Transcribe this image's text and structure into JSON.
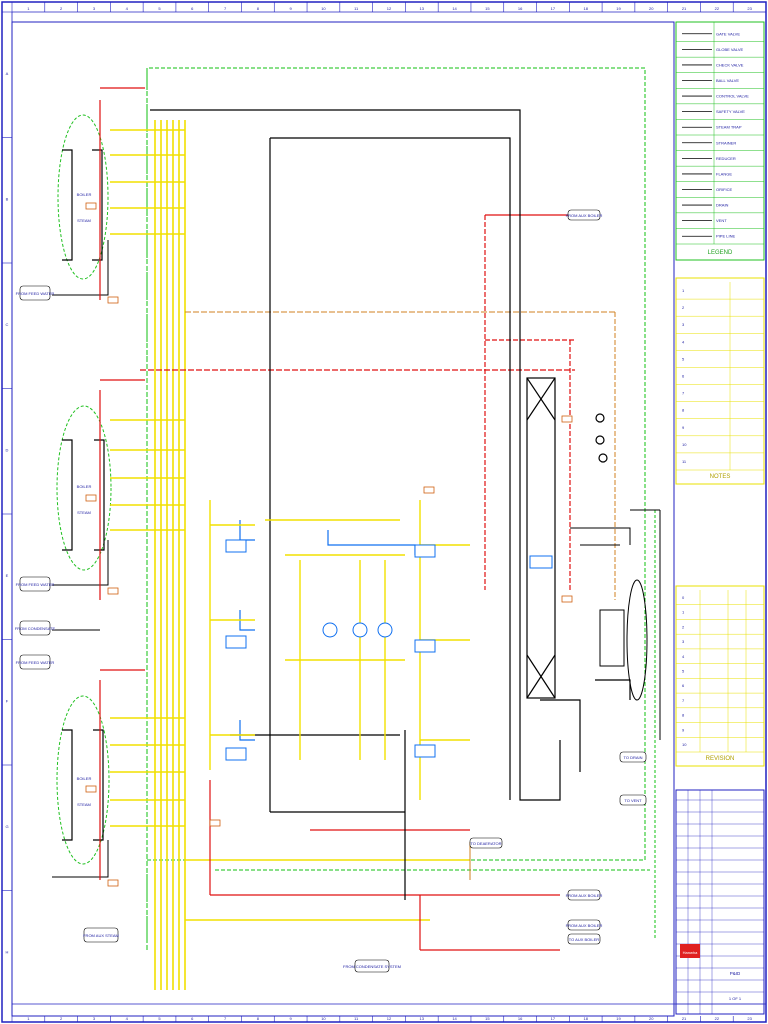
{
  "sheet": {
    "grid_columns": [
      "1",
      "2",
      "3",
      "4",
      "5",
      "6",
      "7",
      "8",
      "9",
      "10",
      "11",
      "12",
      "13",
      "14",
      "15",
      "16",
      "17",
      "18",
      "19",
      "20",
      "21",
      "22",
      "23"
    ],
    "grid_rows": [
      "A",
      "B",
      "C",
      "D",
      "E",
      "F",
      "G",
      "H"
    ]
  },
  "equipment": {
    "boiler_top": "BOILER",
    "boiler_mid": "BOILER",
    "boiler_bot": "BOILER",
    "boiler_steam_top": "STEAM",
    "boiler_steam_mid": "STEAM",
    "boiler_steam_bot": "STEAM"
  },
  "line_labels": {
    "from_feed_top": "FROM FEED WATER",
    "from_feed_mid": "FROM FEED WATER",
    "from_cond_mid": "FROM CONDENSATE",
    "from_feed_bot": "FROM FEED WATER",
    "from_aux_steam": "FROM AUX STEAM",
    "to_deaerator": "TO DEAERATOR",
    "from_aux_boiler_1": "FROM AUX BOILER",
    "from_aux_boiler_2": "FROM AUX BOILER",
    "from_aux_boiler_3": "FROM AUX BOILER",
    "to_aux_boiler": "TO AUX BOILER",
    "from_condensate_system": "FROM CONDENSATE SYSTEM",
    "to_drain": "TO DRAIN",
    "to_vent": "TO VENT"
  },
  "legend": {
    "title": "LEGEND",
    "rows": [
      "GATE VALVE",
      "GLOBE VALVE",
      "CHECK VALVE",
      "BALL VALVE",
      "CONTROL VALVE",
      "SAFETY VALVE",
      "STEAM TRAP",
      "STRAINER",
      "REDUCER",
      "FLANGE",
      "ORIFICE",
      "DRAIN",
      "VENT",
      "PIPE LINE"
    ]
  },
  "notes": {
    "title": "NOTES",
    "rows": [
      "1",
      "2",
      "3",
      "4",
      "5",
      "6",
      "7",
      "8",
      "9",
      "10",
      "11"
    ]
  },
  "revision": {
    "title": "REVISION",
    "rows": [
      "0",
      "1",
      "2",
      "3",
      "4",
      "5",
      "6",
      "7",
      "8",
      "9",
      "10"
    ]
  },
  "title_block": {
    "company": "Hanwha",
    "drawing_title": "P&ID",
    "sheet": "1 OF 1"
  },
  "colors": {
    "border": "#2020c0",
    "steam": "#e01010",
    "condensate": "#f2e000",
    "feedwater": "#10c010",
    "drain": "#000000",
    "chemical": "#d08020",
    "cooling": "#1070f0",
    "legend": "#20c020",
    "notes": "#e8e000"
  }
}
